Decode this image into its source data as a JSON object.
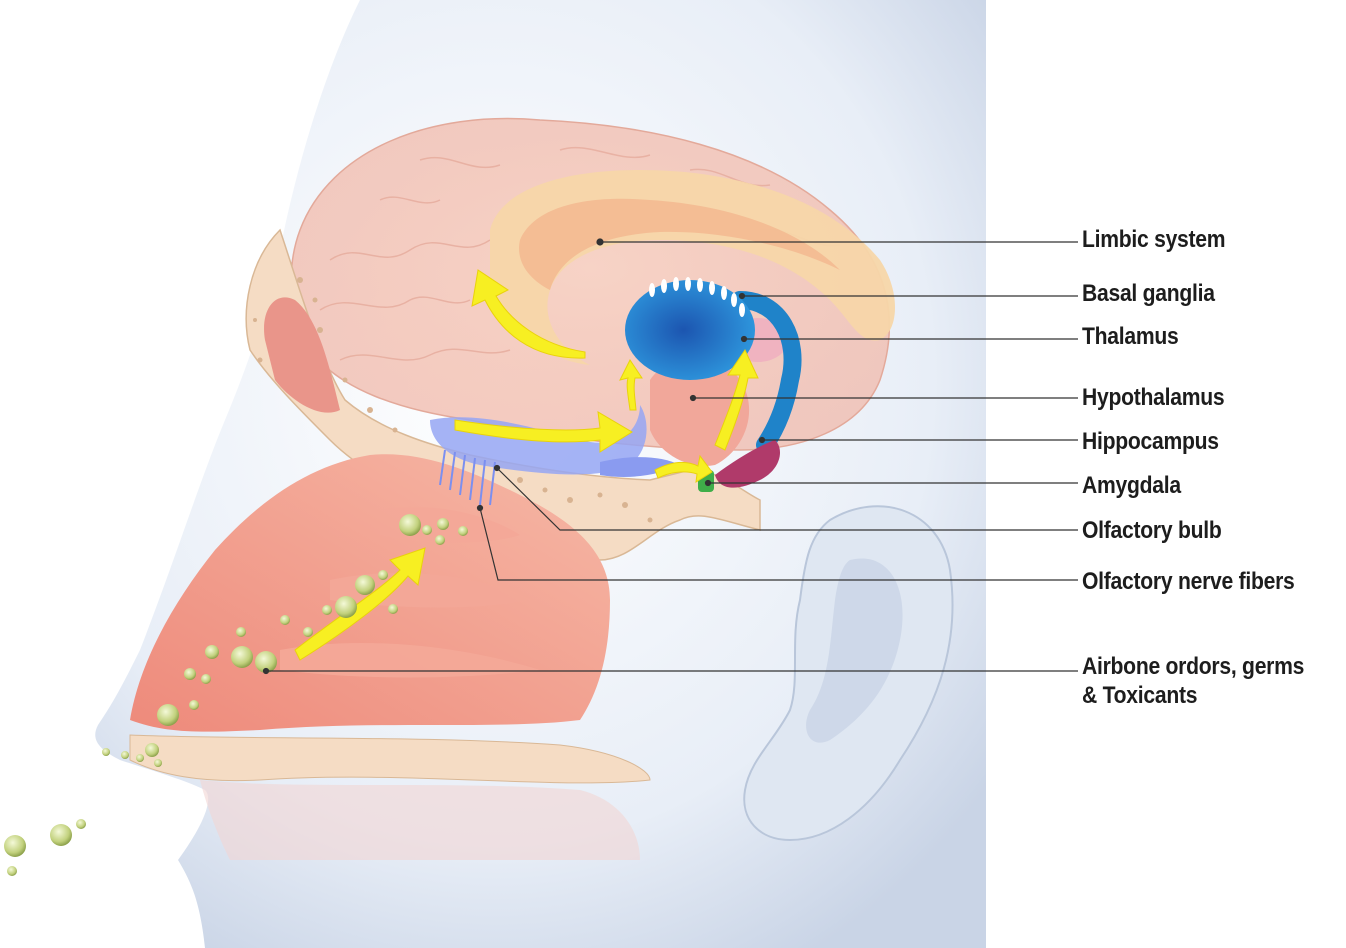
{
  "labels": {
    "limbic_system": "Limbic system",
    "basal_ganglia": "Basal ganglia",
    "thalamus": "Thalamus",
    "hypothalamus": "Hypothalamus",
    "hippocampus": "Hippocampus",
    "amygdala": "Amygdala",
    "olfactory_bulb": "Olfactory bulb",
    "olfactory_nerve_fibers": "Olfactory nerve fibers",
    "airborne_line1": "Airbone ordors, germs",
    "airborne_line2": "& Toxicants"
  },
  "colors": {
    "skin_light": "#eef2f8",
    "skin_shadow": "#c7d1e2",
    "brain_pink": "#f2c4b8",
    "nasal_cavity": "#ef9a8a",
    "bone": "#f5dcc4",
    "limbic": "#f6cfa4",
    "basal_ganglia": "#1f78c8",
    "olfactory_bulb": "#8ea2f2",
    "arrow_yellow": "#f7ef22",
    "particle": "#c7d68a",
    "hippocampus": "#b03a6a",
    "amygdala": "#3fae49",
    "leader_line": "#333333"
  }
}
